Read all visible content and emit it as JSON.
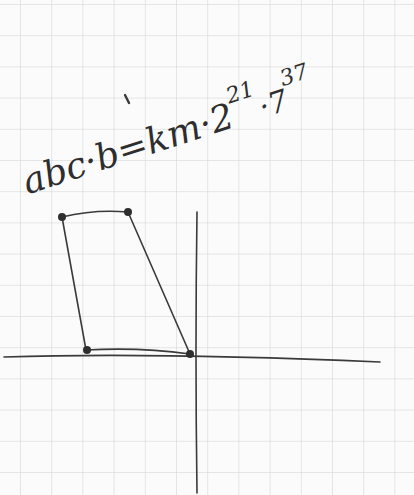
{
  "diagram": {
    "labels": [
      "abc·b=km·2",
      "21",
      "·7",
      "37"
    ]
  }
}
